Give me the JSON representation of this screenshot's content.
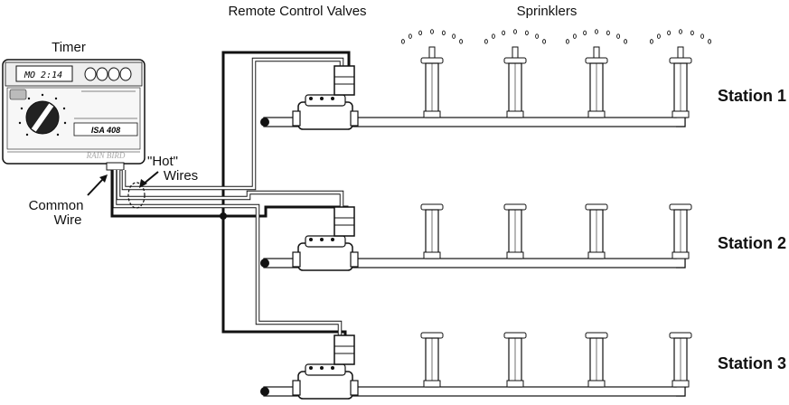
{
  "labels": {
    "valves": "Remote Control Valves",
    "sprinklers": "Sprinklers",
    "timer": "Timer",
    "hot_line1": "\"Hot\"",
    "hot_line2": "Wires",
    "common_line1": "Common",
    "common_line2": "Wire"
  },
  "stations": [
    {
      "label": "Station 1",
      "state": "spraying"
    },
    {
      "label": "Station 2",
      "state": "idle"
    },
    {
      "label": "Station 3",
      "state": "idle"
    }
  ],
  "timer_device": {
    "display": "MO 2:14",
    "model": "ISA 408",
    "brand": "RAIN BIRD"
  }
}
